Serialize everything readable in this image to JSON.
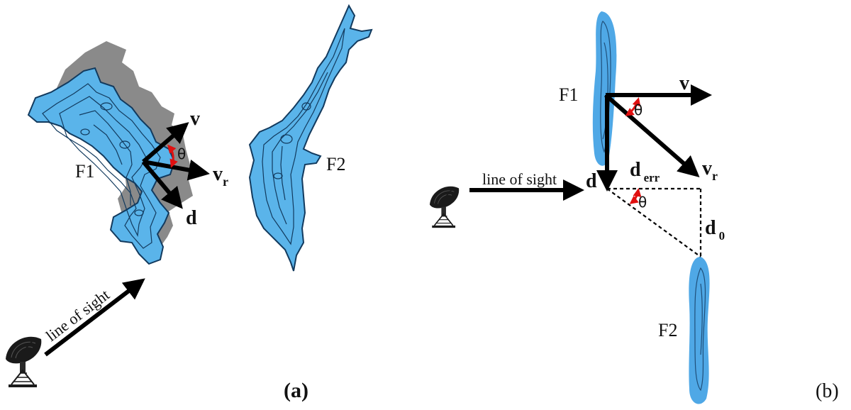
{
  "colors": {
    "filament_fill": "#5ab4ea",
    "filament_edge": "#123a5e",
    "shadow": "#8a8a8a",
    "arrow": "#000000",
    "angle_arc": "#e01010",
    "text": "#111111"
  },
  "icons": {
    "telescope": "radio-telescope-icon"
  },
  "panel_a": {
    "label": "(a)",
    "filament1": "F1",
    "filament2": "F2",
    "vector_v": "v",
    "vector_vr_main": "v",
    "vector_vr_sub": "r",
    "vector_d": "d",
    "angle": "θ",
    "line_of_sight": "line of sight"
  },
  "panel_b": {
    "label": "(b)",
    "filament1": "F1",
    "filament2": "F2",
    "vector_v": "v",
    "vector_vr_main": "v",
    "vector_vr_sub": "r",
    "vector_d": "d",
    "d_err_main": "d",
    "d_err_sub": "err",
    "d0_main": "d",
    "d0_sub": "0",
    "angle_top": "θ",
    "angle_bottom": "θ",
    "line_of_sight": "line of sight"
  }
}
